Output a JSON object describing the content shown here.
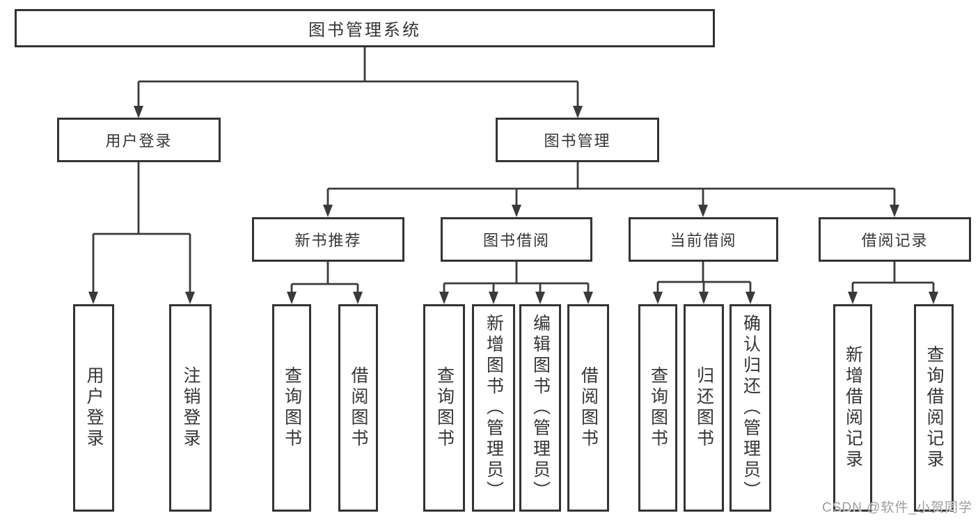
{
  "tree": {
    "label": "图书管理系统",
    "children": [
      {
        "label": "用户登录",
        "children": [
          {
            "label": "用户登录"
          },
          {
            "label": "注销登录"
          }
        ]
      },
      {
        "label": "图书管理",
        "children": [
          {
            "label": "新书推荐",
            "children": [
              {
                "label": "查询图书"
              },
              {
                "label": "借阅图书"
              }
            ]
          },
          {
            "label": "图书借阅",
            "children": [
              {
                "label": "查询图书"
              },
              {
                "label": "新增图书（管理员）"
              },
              {
                "label": "编辑图书（管理员）"
              },
              {
                "label": "借阅图书"
              }
            ]
          },
          {
            "label": "当前借阅",
            "children": [
              {
                "label": "查询图书"
              },
              {
                "label": "归还图书"
              },
              {
                "label": "确认归还（管理员）"
              }
            ]
          },
          {
            "label": "借阅记录",
            "children": [
              {
                "label": "新增借阅记录"
              },
              {
                "label": "查询借阅记录"
              }
            ]
          }
        ]
      }
    ]
  },
  "watermark": "CSDN @软件_小贺同学",
  "colors": {
    "line": "#3a3a3a",
    "box_border": "#333333",
    "text": "#353535",
    "background": "#ffffff",
    "watermark": "#9d9d9d"
  }
}
